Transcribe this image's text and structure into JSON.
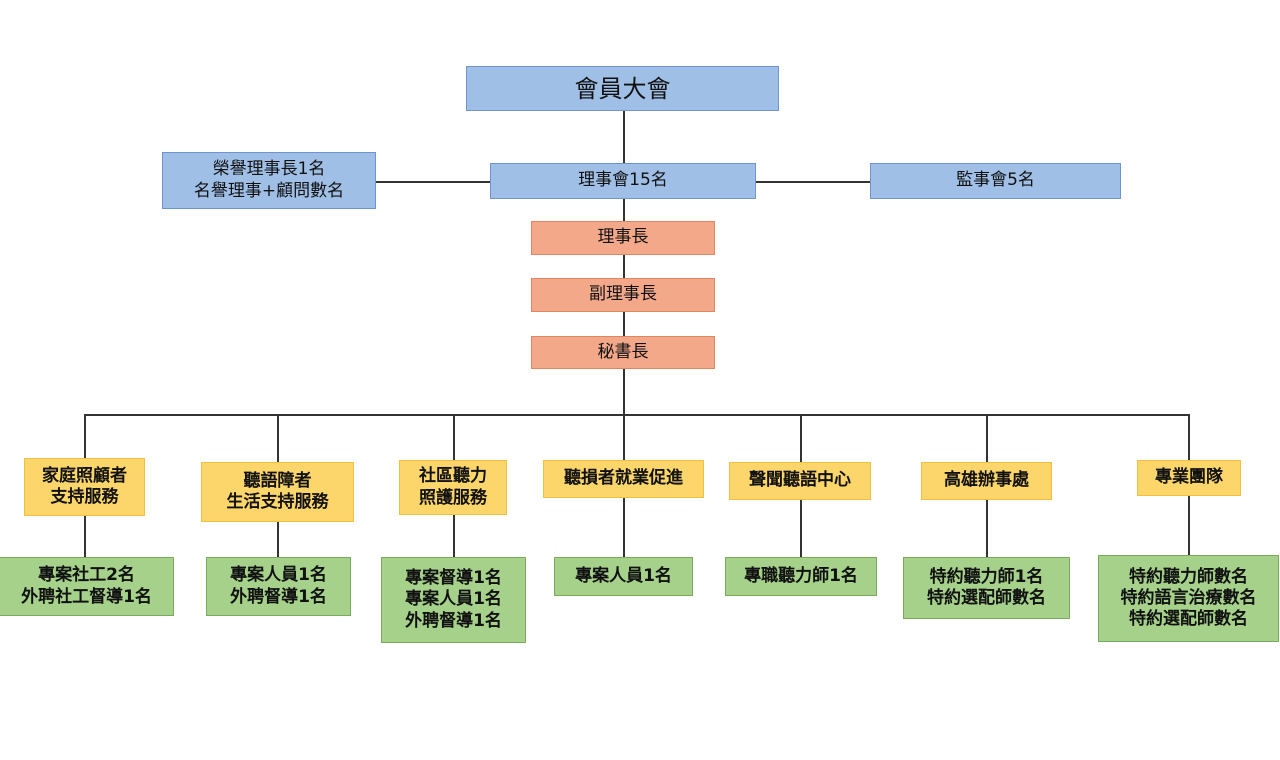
{
  "top": {
    "assembly": "會員大會",
    "honorary": "榮譽理事長1名\n名譽理事+顧問數名",
    "board": "理事會15名",
    "supervisors": "監事會5名"
  },
  "chain": {
    "chair": "理事長",
    "vice_chair": "副理事長",
    "secretary": "秘書長"
  },
  "departments": [
    {
      "name": "家庭照顧者\n支持服務",
      "staff": "專案社工2名\n外聘社工督導1名"
    },
    {
      "name": "聽語障者\n生活支持服務",
      "staff": "專案人員1名\n外聘督導1名"
    },
    {
      "name": "社區聽力\n照護服務",
      "staff": "專案督導1名\n專案人員1名\n外聘督導1名"
    },
    {
      "name": "聽損者就業促進",
      "staff": "專案人員1名"
    },
    {
      "name": "聲聞聽語中心",
      "staff": "專職聽力師1名"
    },
    {
      "name": "高雄辦事處",
      "staff": "特約聽力師1名\n特約選配師數名"
    },
    {
      "name": "專業團隊",
      "staff": "特約聽力師數名\n特約語言治療數名\n特約選配師數名"
    }
  ],
  "colors": {
    "governance": "#9fbfe6",
    "executive": "#f4a88a",
    "department": "#fcd66a",
    "staff": "#a5d18a"
  }
}
